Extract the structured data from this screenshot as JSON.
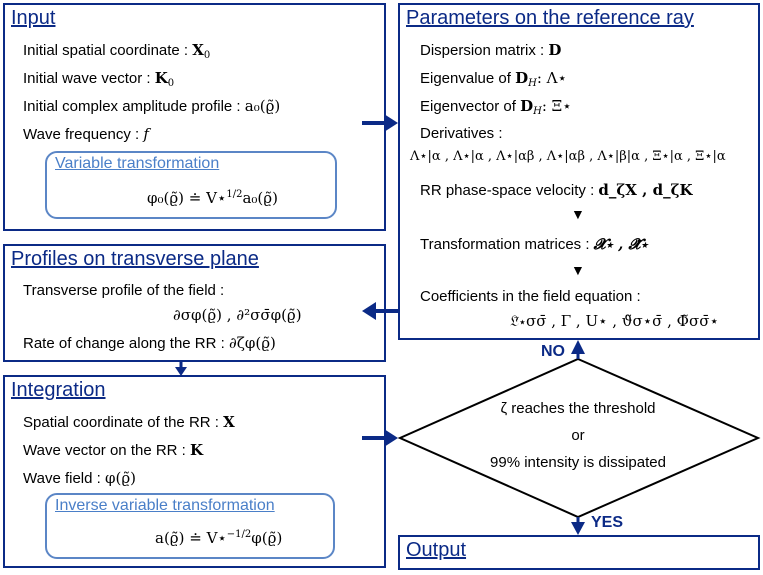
{
  "input": {
    "title": "Input",
    "lines": [
      {
        "label": "Initial spatial coordinate :",
        "math": "X",
        "math_sub": "0"
      },
      {
        "label": "Initial wave vector :",
        "math": "K",
        "math_sub": "0"
      },
      {
        "label": "Initial complex amplitude profile :",
        "math": "a₀(ϱ̃)"
      },
      {
        "label": "Wave frequency :",
        "math": "f"
      }
    ],
    "varbox": {
      "title": "Variable transformation",
      "eq": "φ₀(ϱ̃) ≐ V⋆",
      "eq_sup": "1/2",
      "eq_tail": "a₀(ϱ̃)"
    }
  },
  "params": {
    "title": "Parameters on the reference ray",
    "dispersion": {
      "label": "Dispersion matrix :",
      "math": "D"
    },
    "eigenvalue": {
      "label": "Eigenvalue of",
      "math": "D",
      "math_sub": "H",
      "tail": ":  Λ⋆"
    },
    "eigenvector": {
      "label": "Eigenvector of",
      "math": "D",
      "math_sub": "H",
      "tail": ":  Ξ⋆"
    },
    "derivatives_label": "Derivatives :",
    "derivatives_math": "Λ⋆|α ,  Λ⋆|α ,  Λ⋆|αβ ,  Λ⋆|αβ ,  Λ⋆|β|α ,  Ξ⋆|α ,  Ξ⋆|α",
    "rr_velocity": {
      "label": "RR phase-space velocity :",
      "math": "d_ζX ,  d_ζK"
    },
    "transformation": {
      "label": "Transformation matrices :",
      "math": "𝓧⋆ ,  𝓧̃⋆"
    },
    "coeff_label": "Coefficients in the field equation :",
    "coeff_math": "𝔏̃⋆σσ̄ ,  Γ ,  U⋆ ,  ϑ̃σ⋆σ̄ ,  Φ̃σσ̄⋆"
  },
  "profiles": {
    "title": "Profiles on transverse plane",
    "line1": "Transverse profile of the field :",
    "line1_math": "∂σφ(ϱ̃) ,  ∂²σσ̄φ(ϱ̃)",
    "line2": "Rate of change along the RR :",
    "line2_math": "∂ζφ(ϱ̃)"
  },
  "integration": {
    "title": "Integration",
    "lines": [
      {
        "label": "Spatial coordinate of the RR :",
        "math": "X"
      },
      {
        "label": "Wave vector on the RR :",
        "math": "K"
      },
      {
        "label": "Wave field :",
        "math": "φ(ϱ̃)"
      }
    ],
    "invbox": {
      "title": "Inverse variable transformation",
      "eq": "a(ϱ̃) ≐ V⋆",
      "eq_sup": "−1/2",
      "eq_tail": "φ(ϱ̃)"
    }
  },
  "decision": {
    "line1": "ζ reaches the threshold",
    "line2": "or",
    "line3": "99% intensity is dissipated",
    "no_label": "NO",
    "yes_label": "YES"
  },
  "output": {
    "title": "Output"
  },
  "colors": {
    "box_border": "#0b2a86",
    "inner_border": "#5b86c6",
    "arrow": "#0b2a86"
  }
}
